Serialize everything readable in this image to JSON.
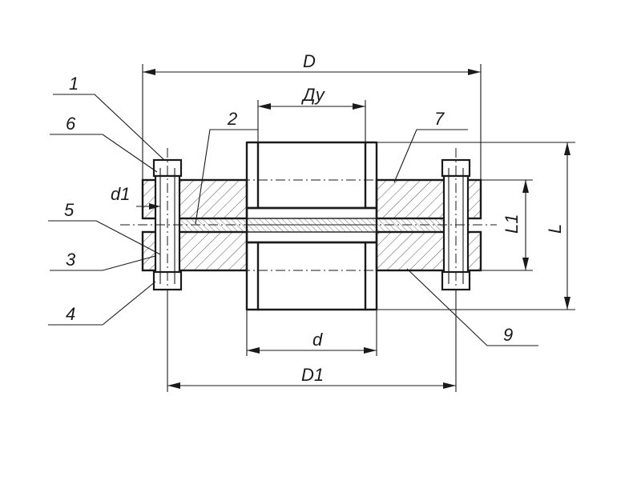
{
  "dimensions": {
    "D": "D",
    "Dy": "Ду",
    "d": "d",
    "D1": "D1",
    "d1": "d1",
    "L": "L",
    "L1": "L1"
  },
  "callouts": {
    "p1": "1",
    "p2": "2",
    "p3": "3",
    "p4": "4",
    "p5": "5",
    "p6": "6",
    "p7": "7",
    "p9": "9"
  }
}
